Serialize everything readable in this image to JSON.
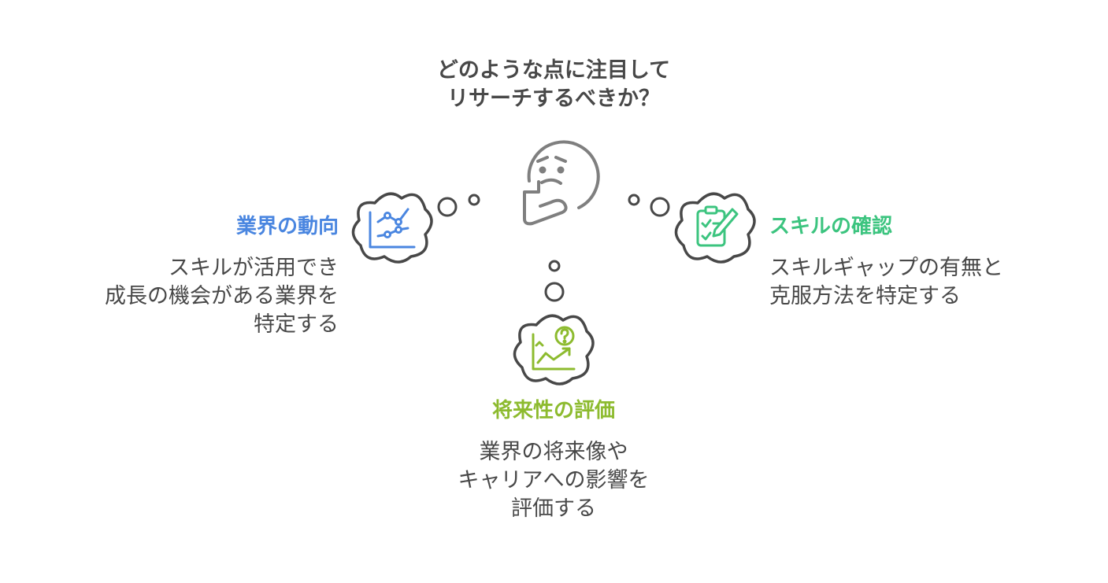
{
  "title": {
    "line1": "どのような点に注目して",
    "line2": "リサーチするべきか？"
  },
  "branches": {
    "left": {
      "heading": "業界の動向",
      "desc": [
        "スキルが活用でき",
        "成長の機会がある業界を",
        "特定する"
      ],
      "color": "#4A86E0",
      "icon": "line-chart-icon"
    },
    "right": {
      "heading": "スキルの確認",
      "desc": [
        "スキルギャップの有無と",
        "克服方法を特定する"
      ],
      "color": "#3CC47F",
      "icon": "checklist-pencil-icon"
    },
    "bottom": {
      "heading": "将来性の評価",
      "desc": [
        "業界の将来像や",
        "キャリアへの影響を",
        "評価する"
      ],
      "color": "#8DBB2F",
      "icon": "trend-question-icon"
    }
  },
  "central_icon": "thinking-face-icon",
  "colors": {
    "text": "#484848",
    "outline": "#484848",
    "face": "#7f7f7f"
  }
}
